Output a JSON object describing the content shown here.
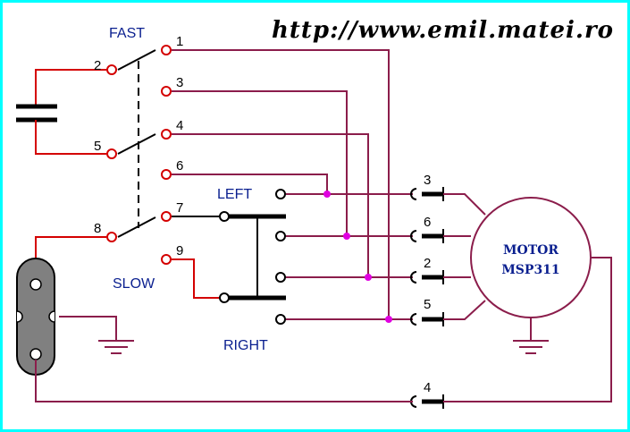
{
  "header": {
    "url": "http://www.emil.matei.ro"
  },
  "switch": {
    "fast_label": "FAST",
    "slow_label": "SLOW",
    "terminals": [
      "1",
      "2",
      "3",
      "4",
      "5",
      "6",
      "7",
      "8",
      "9"
    ]
  },
  "direction_switch": {
    "left_label": "LEFT",
    "right_label": "RIGHT"
  },
  "motor": {
    "name_line1": "MOTOR",
    "name_line2": "MSP311",
    "connector_labels": [
      "3",
      "6",
      "2",
      "5",
      "4"
    ]
  },
  "colors": {
    "border": "#00ffff",
    "wire": "#8b1d4b",
    "wire_red": "#d40000",
    "junction": "#e000e0",
    "label_blue": "#0a1f8f"
  }
}
